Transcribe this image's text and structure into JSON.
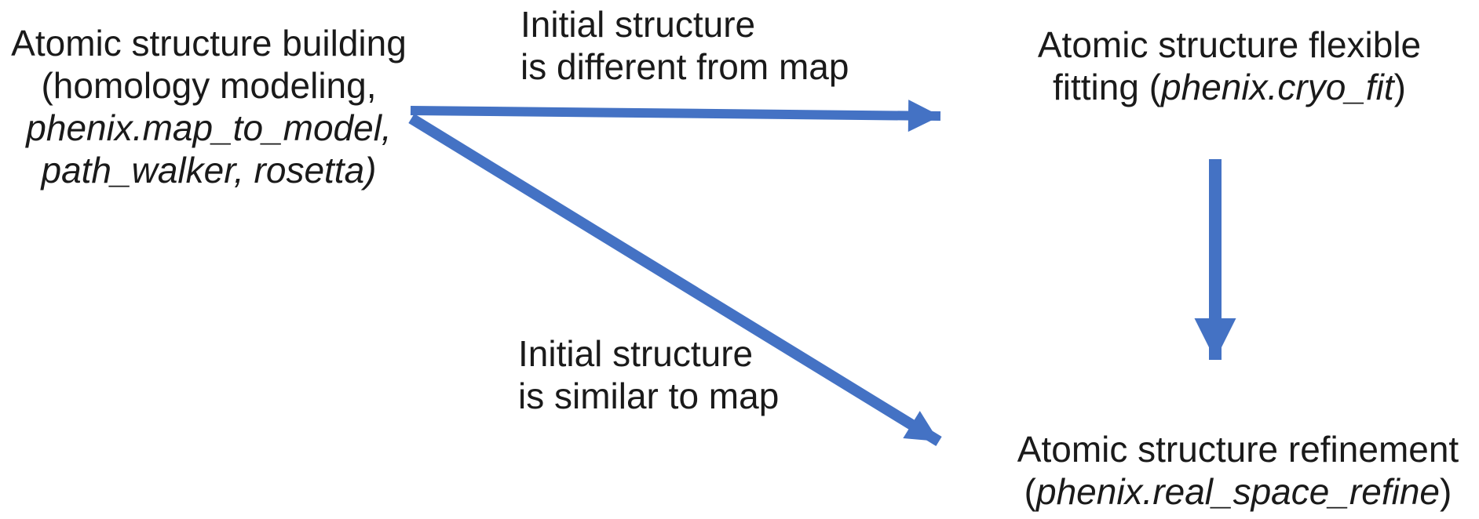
{
  "colors": {
    "background": "#ffffff",
    "text": "#1a1a1a",
    "arrow": "#4472C4"
  },
  "building_block": {
    "line1": "Atomic structure building",
    "line2": "(homology modeling,",
    "line3": "phenix.map_to_model,",
    "line4": "path_walker, rosetta)"
  },
  "edge_labels": {
    "different": {
      "line1": "Initial structure",
      "line2": "is different from map"
    },
    "similar": {
      "line1": "Initial structure",
      "line2": "is similar to map"
    }
  },
  "flexible_fitting_block": {
    "line1": "Atomic structure flexible",
    "line2_prefix": "fitting (",
    "line2_tool": "phenix.cryo_fit",
    "line2_suffix": ")"
  },
  "refinement_block": {
    "line1": "Atomic structure refinement",
    "line2_prefix": "(",
    "line2_tool": "phenix.real_space_refine",
    "line2_suffix": ")"
  }
}
